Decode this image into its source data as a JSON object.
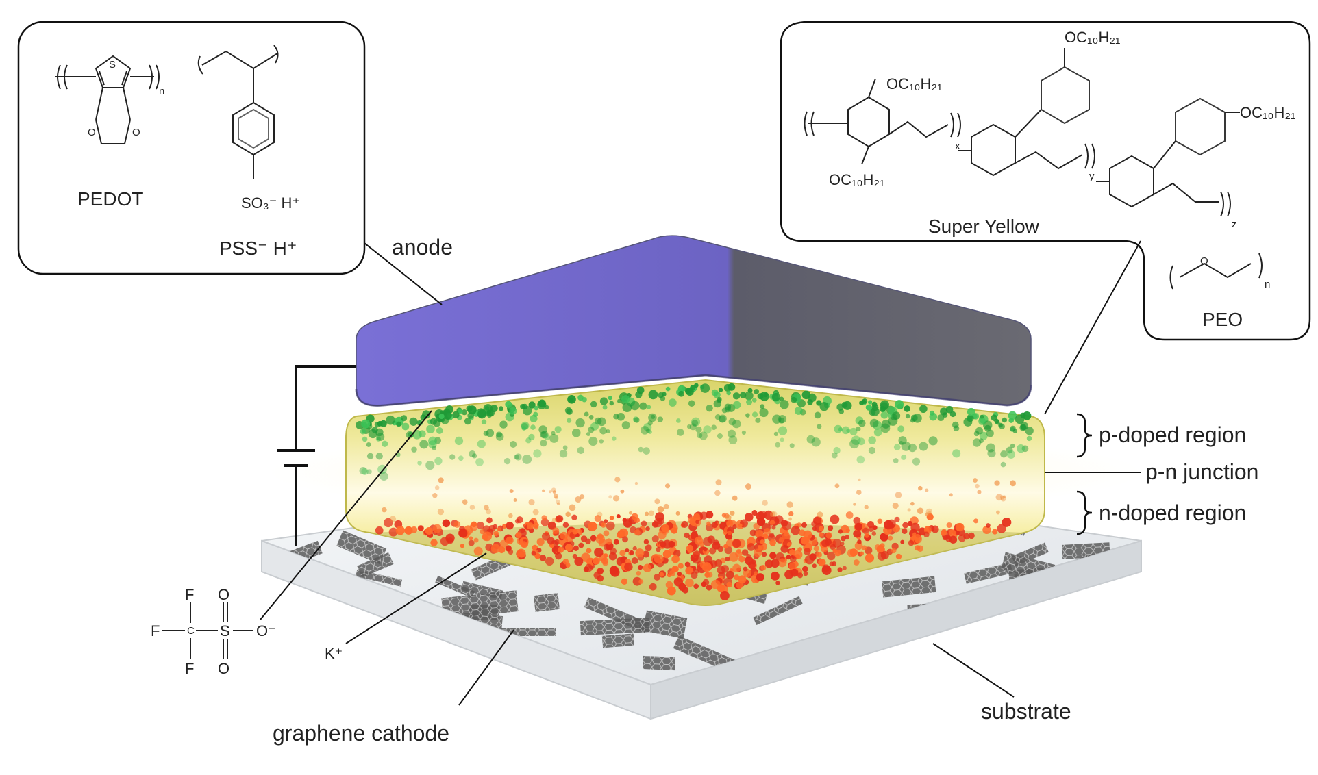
{
  "colors": {
    "anode": "#6f66c9",
    "active_layer": "#f1eb8f",
    "p_dopant": "#22a63a",
    "n_dopant": "#e8351e",
    "substrate": "#eef0f2",
    "graphene": "#4b4b4b"
  },
  "labels": {
    "anode": "anode",
    "p_doped": "p-doped region",
    "pn_junction": "p-n junction",
    "n_doped": "n-doped region",
    "substrate": "substrate",
    "graphene_cathode": "graphene cathode",
    "k_ion": "K⁺"
  },
  "left_inset": {
    "pedot_name": "PEDOT",
    "pss_name": "PSS⁻ H⁺",
    "pedot_s": "S",
    "pedot_o1": "O",
    "pedot_o2": "O",
    "pedot_n": "n",
    "pss_sub": "SO₃⁻ H⁺"
  },
  "right_inset": {
    "super_yellow_name": "Super Yellow",
    "peo_name": "PEO",
    "sub1": "OC₁₀H₂₁",
    "sub2": "OC₁₀H₂₁",
    "sub3": "OC₁₀H₂₁",
    "sub4": "OC₁₀H₂₁",
    "x": "x",
    "y": "y",
    "z": "z",
    "peo_o": "O",
    "peo_n": "n"
  },
  "triflate": {
    "f_top": "F",
    "f_left": "F",
    "f_bottom": "F",
    "c": "C",
    "s": "S",
    "o_top": "O",
    "o_bottom": "O",
    "o_minus": "O⁻"
  }
}
